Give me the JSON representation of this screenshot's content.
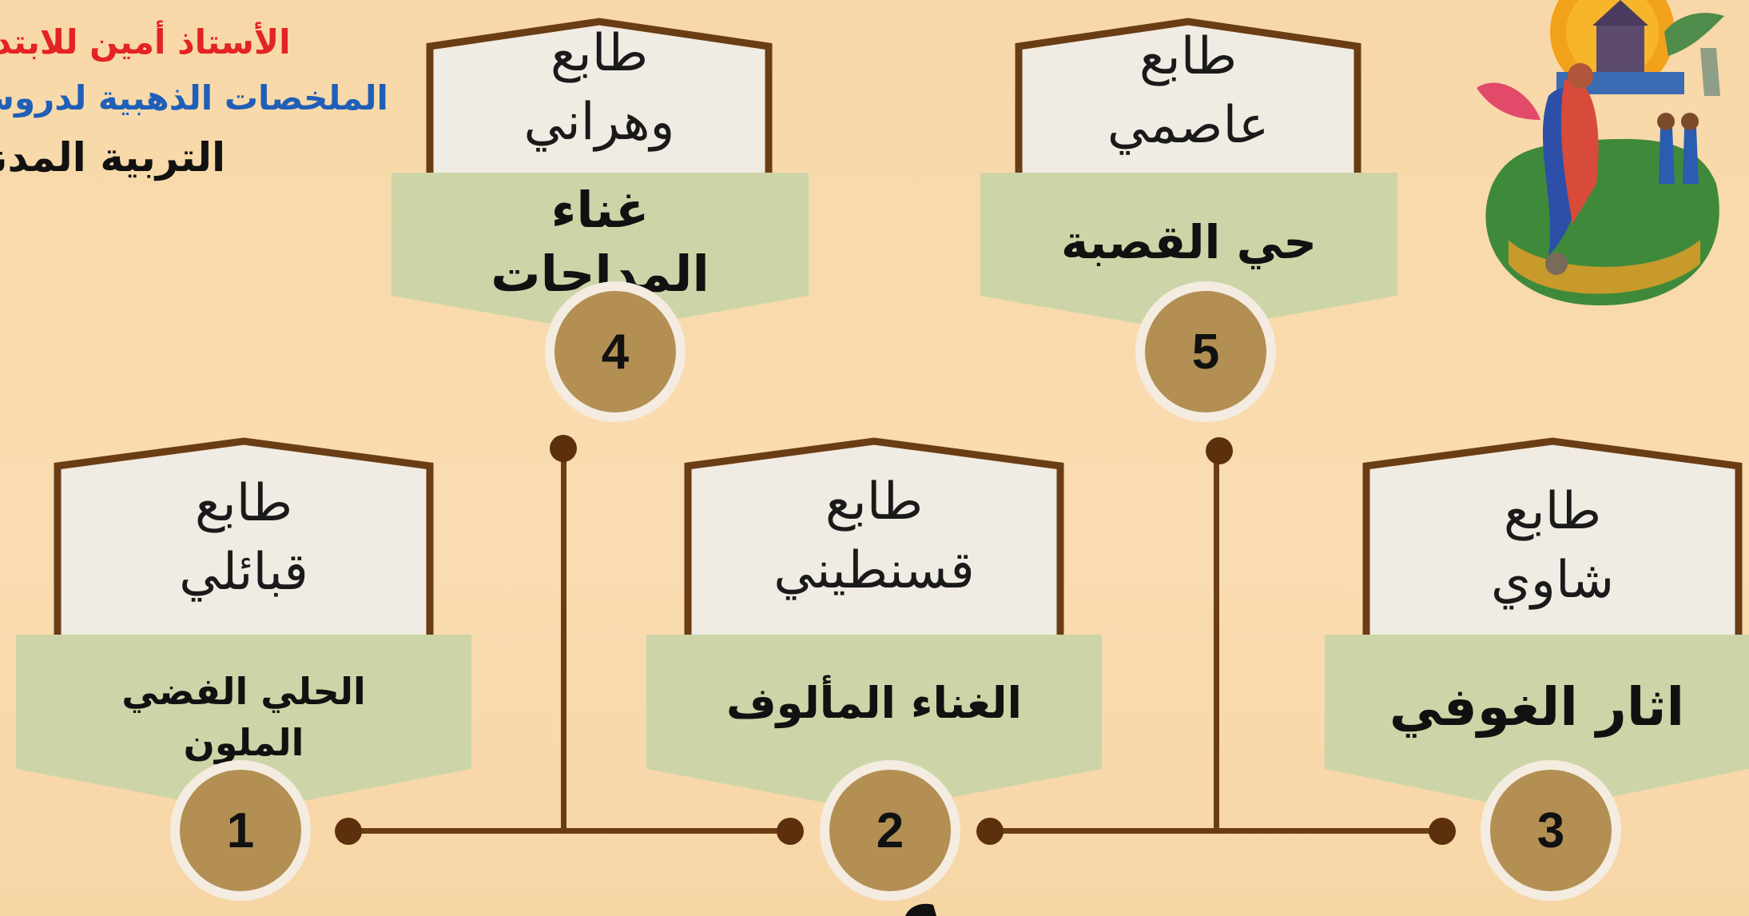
{
  "header": {
    "line1": "الأستاذ أمين للابتدائي",
    "line2": "الملخصات الذهبية لدروس",
    "line3": "التربية المدنية"
  },
  "colors": {
    "background": "#f8d8a8",
    "card": "#f0ebe3",
    "tag": "#cdd5a8",
    "badge": "#b38f54",
    "line": "#6b3d14"
  },
  "nodes": [
    {
      "number": "1",
      "title": "طابع\nقبائلي",
      "label": "الحلي الفضي\nالملون"
    },
    {
      "number": "2",
      "title": "طابع\nقسنطيني",
      "label": "الغناء المألوف"
    },
    {
      "number": "3",
      "title": "طابع\nشاوي",
      "label": "اثار الغوفي"
    },
    {
      "number": "4",
      "title": "طابع\nوهراني",
      "label": "غناء\nالمداحات"
    },
    {
      "number": "5",
      "title": "طابع\nعاصمي",
      "label": "حي القصبة"
    }
  ]
}
